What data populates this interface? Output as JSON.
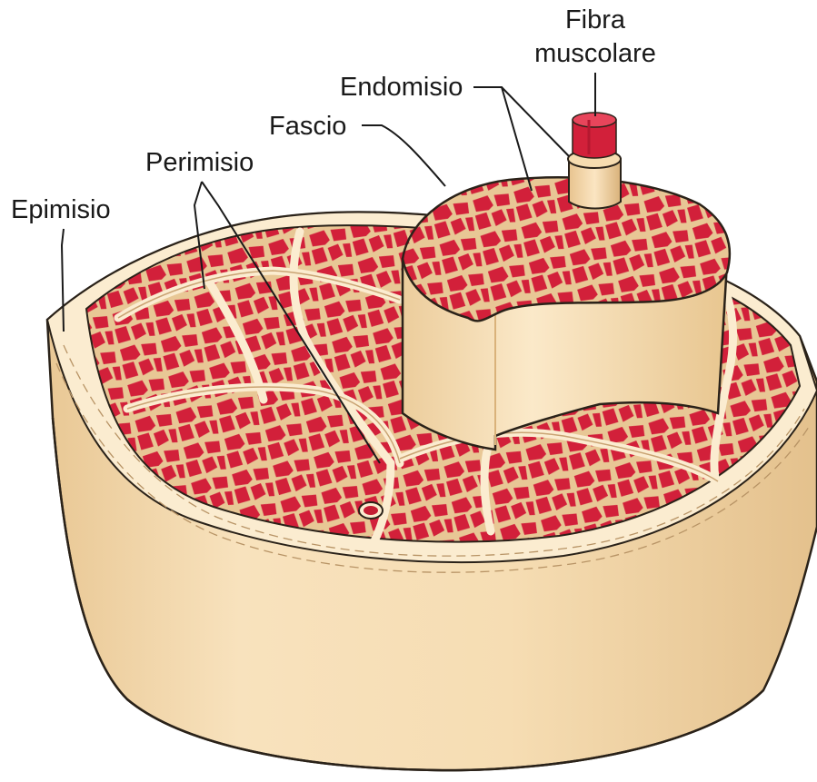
{
  "labels": {
    "fibra_line1": "Fibra",
    "fibra_line2": "muscolare",
    "endomisio": "Endomisio",
    "fascio": "Fascio",
    "perimisio": "Perimisio",
    "epimisio": "Epimisio"
  },
  "colors": {
    "muscle_red": "#d2203a",
    "connective_tan": "#f6dcb0",
    "sheath_light": "#fbecd0",
    "outline": "#2a2219"
  },
  "structures": [
    "muscle-cross-section",
    "epimysium-sheath",
    "perimysium-septa",
    "extruded-fascicle",
    "single-muscle-fiber",
    "blood-vessel"
  ]
}
